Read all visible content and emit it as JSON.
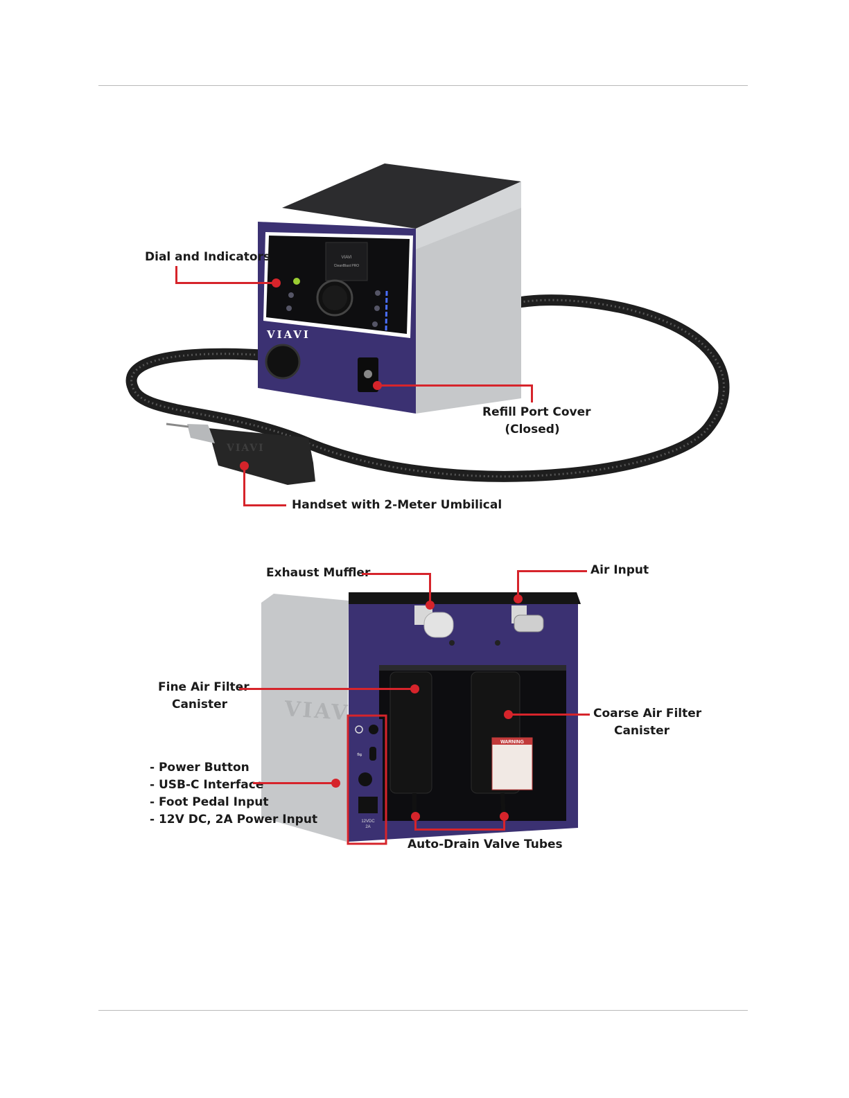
{
  "figure1": {
    "brand_logo": "VIAVI",
    "screen_line1": "VIAVI",
    "screen_line2": "CleanBlast PRO",
    "callouts": {
      "dial_indicators": "Dial and Indicators",
      "refill_port_line1": "Refill Port Cover",
      "refill_port_line2": "(Closed)",
      "handset": "Handset with 2-Meter Umbilical"
    }
  },
  "figure2": {
    "side_logo": "VIAVI",
    "callouts": {
      "exhaust_muffler": "Exhaust Muffler",
      "air_input": "Air Input",
      "fine_filter_line1": "Fine Air Filter",
      "fine_filter_line2": "Canister",
      "coarse_filter_line1": "Coarse Air Filter",
      "coarse_filter_line2": "Canister",
      "io_list": [
        "- Power Button",
        "- USB-C Interface",
        "- Foot Pedal Input",
        "- 12V DC, 2A Power Input"
      ],
      "auto_drain": "Auto-Drain Valve Tubes"
    },
    "power_label_line1": "12VDC",
    "power_label_line2": "2A",
    "warning_label": "WARNING"
  },
  "colors": {
    "callout_red": "#d6242b",
    "housing_purple": "#3b3172",
    "aluminum": "#c9cbcd",
    "rule_gray": "#b9b9b9"
  }
}
